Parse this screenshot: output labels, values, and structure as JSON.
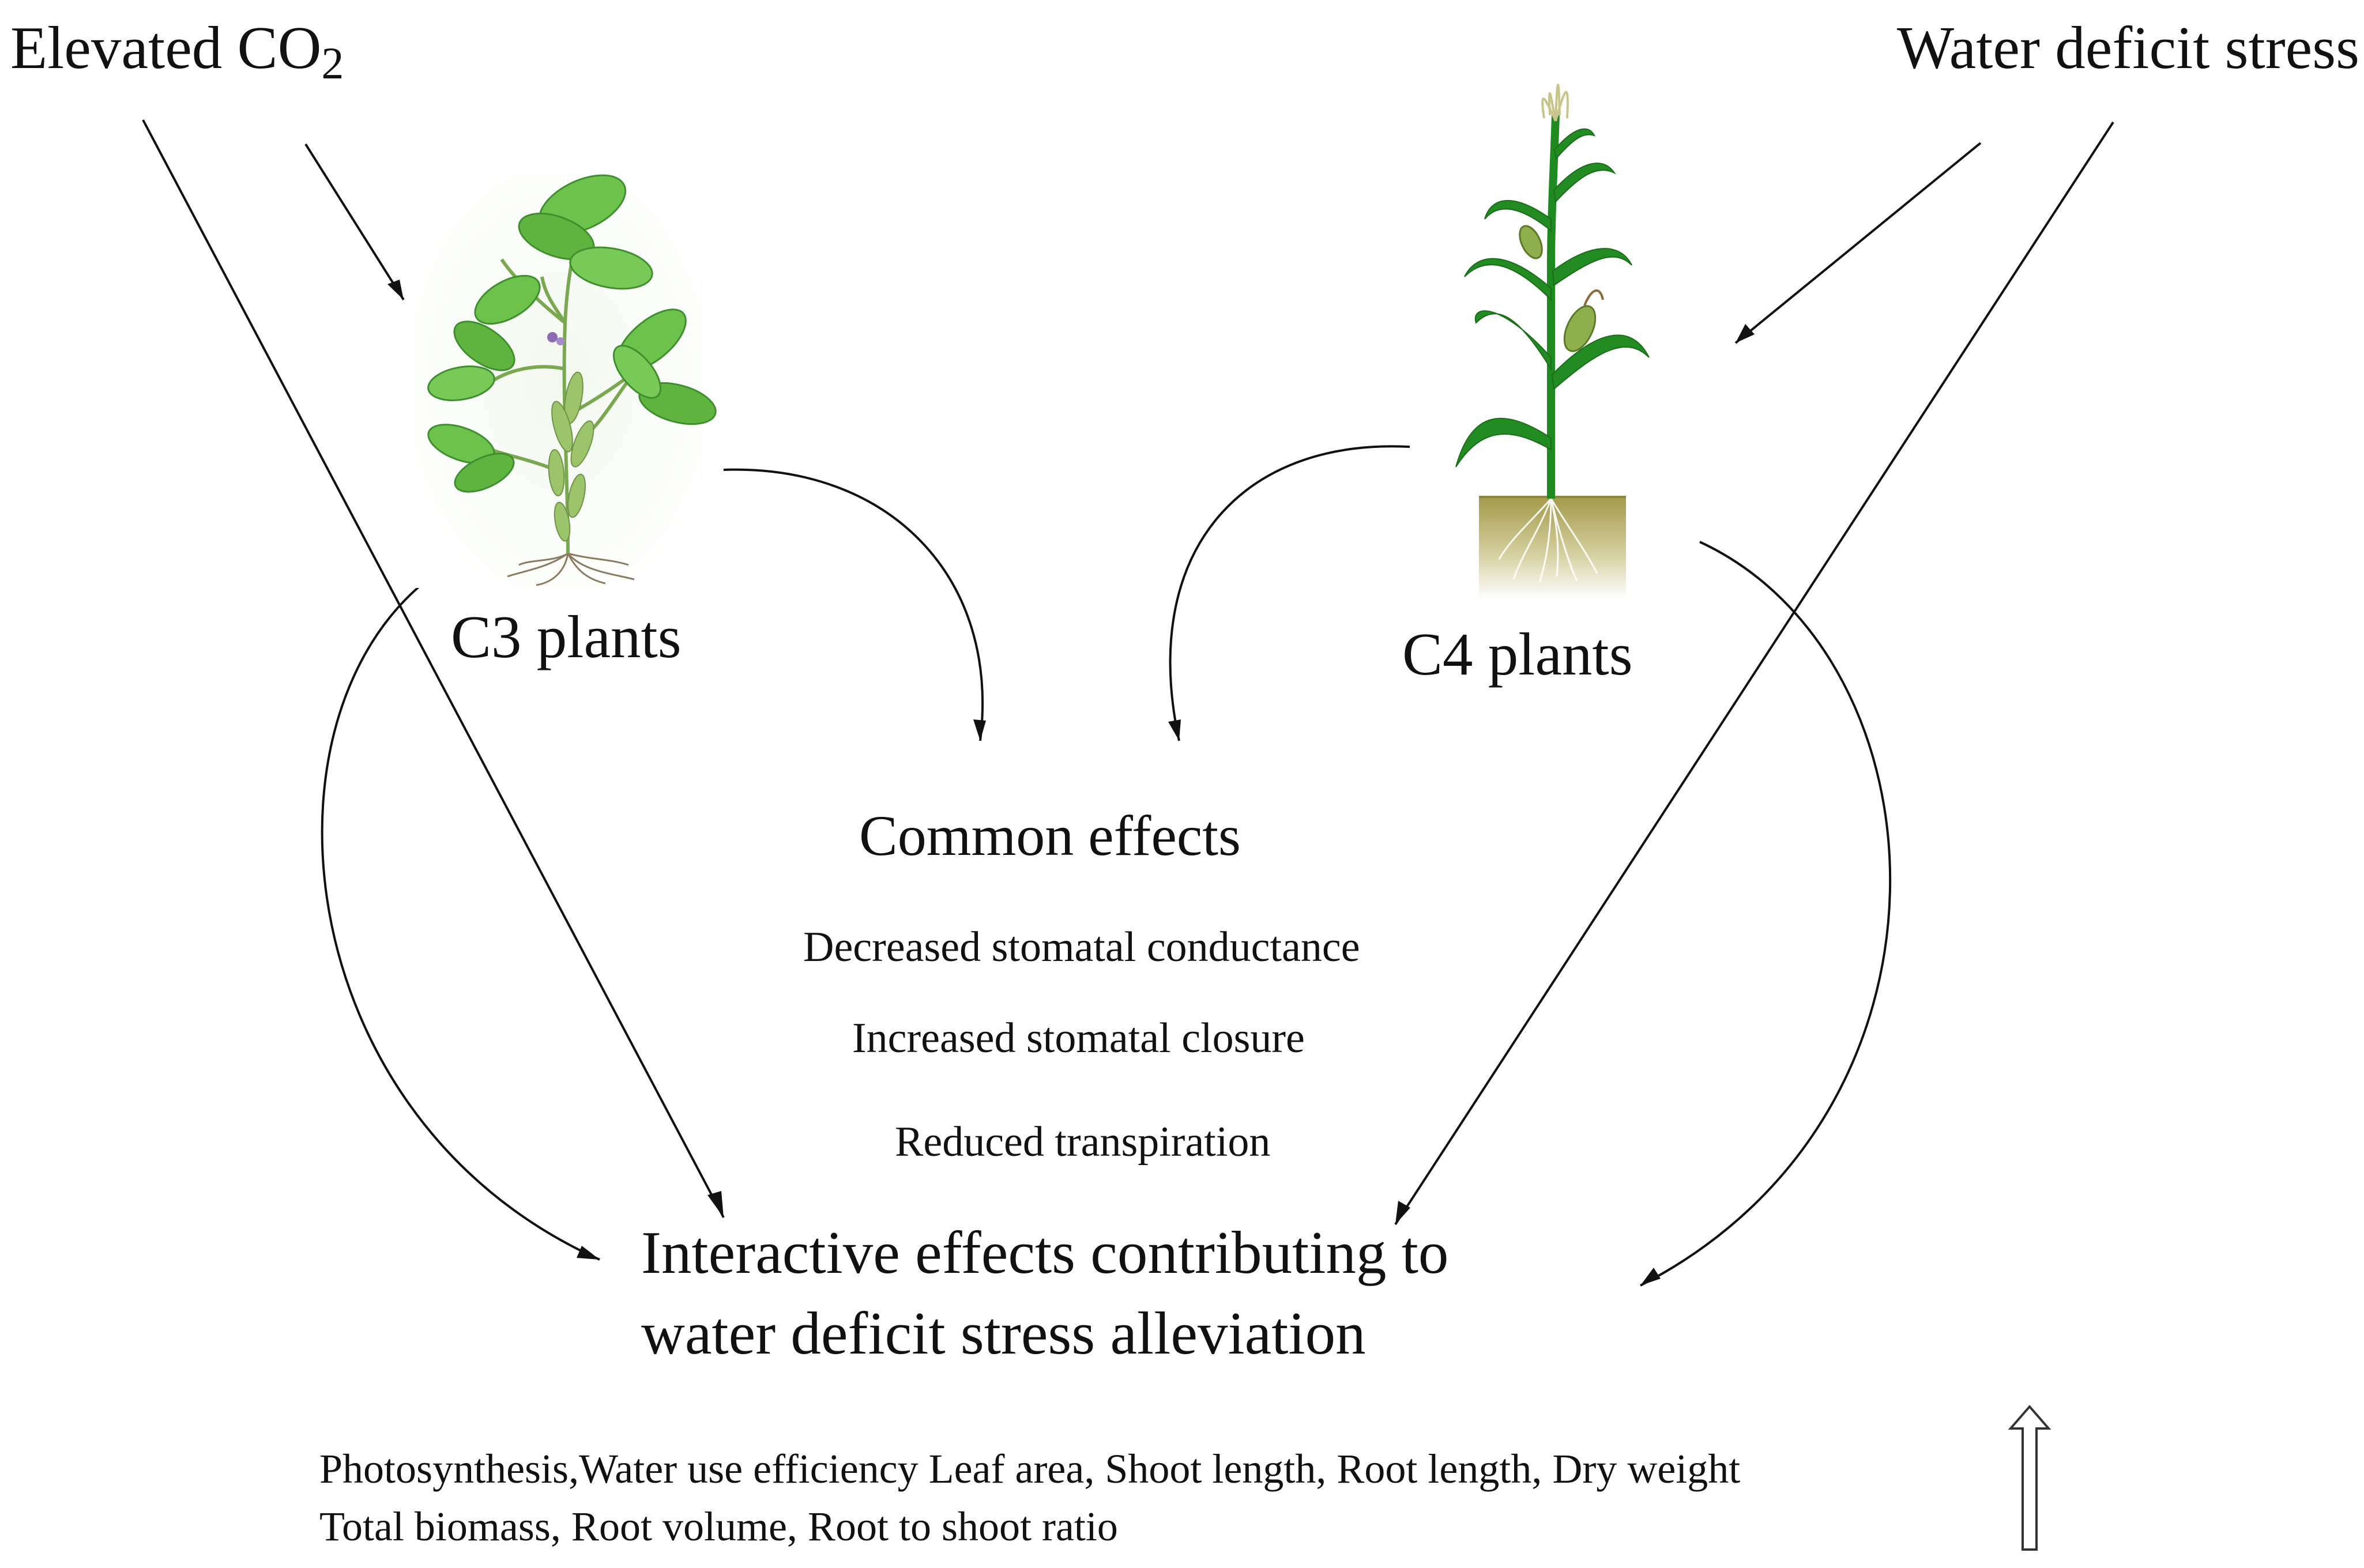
{
  "labels": {
    "elevated_co2_main": "Elevated CO",
    "elevated_co2_sub": "2",
    "water_deficit_stress": "Water deficit stress",
    "c3_plants": "C3 plants",
    "c4_plants": "C4 plants",
    "common_effects": "Common effects",
    "interactive_line1": "Interactive effects contributing to",
    "interactive_line2": "water deficit stress alleviation"
  },
  "common_effects_list": [
    "Decreased stomatal conductance",
    "Increased stomatal closure",
    "Reduced transpiration"
  ],
  "increased_parameters": {
    "line1": "Photosynthesis,Water use efficiency Leaf area, Shoot length, Root length, Dry weight",
    "line2": "Total biomass, Root volume, Root to shoot ratio",
    "indicator_icon": "hollow-up-arrow-icon"
  },
  "illustrations": {
    "c3": "soybean-plant-icon",
    "c4": "maize-plant-icon"
  },
  "colors": {
    "line": "#111111",
    "leaf_light": "#6cc24a",
    "leaf_dark": "#2e8b2a",
    "maize_stem": "#1f8a1f",
    "soil": "#a39a4a"
  }
}
